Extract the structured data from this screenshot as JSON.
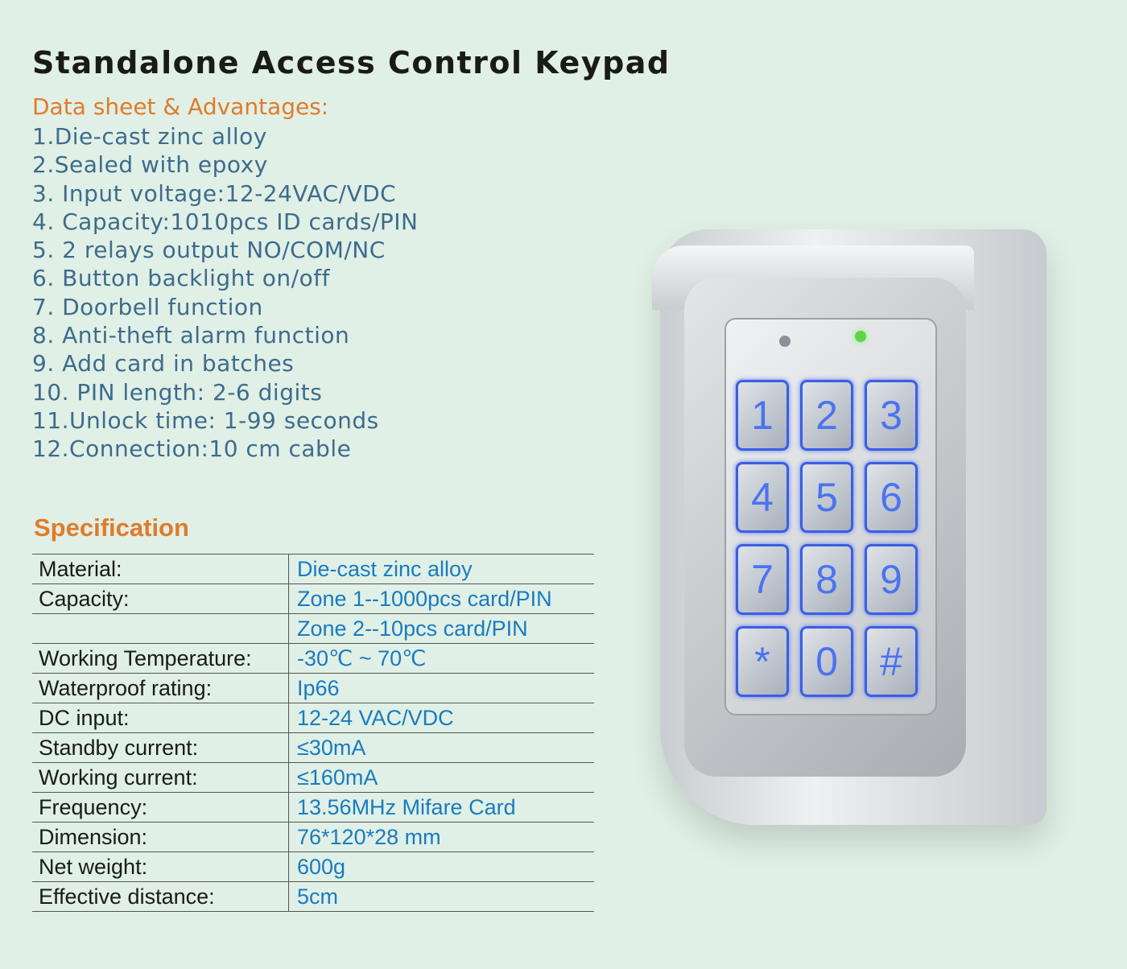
{
  "title": "Standalone Access Control Keypad",
  "subtitle": "Data sheet & Advantages:",
  "features": [
    "1.Die-cast zinc alloy",
    "2.Sealed with epoxy",
    "3. Input voltage:12-24VAC/VDC",
    "4. Capacity:1010pcs ID cards/PIN",
    "5. 2 relays output NO/COM/NC",
    "6. Button backlight on/off",
    "7. Doorbell function",
    "8. Anti-theft alarm function",
    "9. Add card in batches",
    "10. PIN length: 2-6 digits",
    "11.Unlock time: 1-99 seconds",
    "12.Connection:10 cm cable"
  ],
  "spec_title": "Specification",
  "spec": [
    {
      "label": "Material:",
      "value": "Die-cast zinc alloy"
    },
    {
      "label": "Capacity:",
      "value": "Zone 1--1000pcs card/PIN"
    },
    {
      "label": "",
      "value": "Zone 2--10pcs card/PIN"
    },
    {
      "label": "Working Temperature:",
      "value": "-30℃ ~ 70℃"
    },
    {
      "label": "Waterproof rating:",
      "value": "Ip66"
    },
    {
      "label": "DC input:",
      "value": "12-24 VAC/VDC"
    },
    {
      "label": "Standby current:",
      "value": "≤30mA"
    },
    {
      "label": "Working current:",
      "value": "≤160mA"
    },
    {
      "label": "Frequency:",
      "value": "13.56MHz Mifare Card"
    },
    {
      "label": "Dimension:",
      "value": "76*120*28 mm"
    },
    {
      "label": "Net weight:",
      "value": "600g"
    },
    {
      "label": "Effective distance:",
      "value": "5cm"
    }
  ],
  "keypad_keys": [
    "1",
    "2",
    "3",
    "4",
    "5",
    "6",
    "7",
    "8",
    "9",
    "*",
    "0",
    "#"
  ],
  "colors": {
    "background": "#e0f0e6",
    "accent": "#e07b2a",
    "value_blue": "#1a7bbf",
    "key_backlight": "#3c5ee0",
    "led_green": "#5fd34a"
  }
}
